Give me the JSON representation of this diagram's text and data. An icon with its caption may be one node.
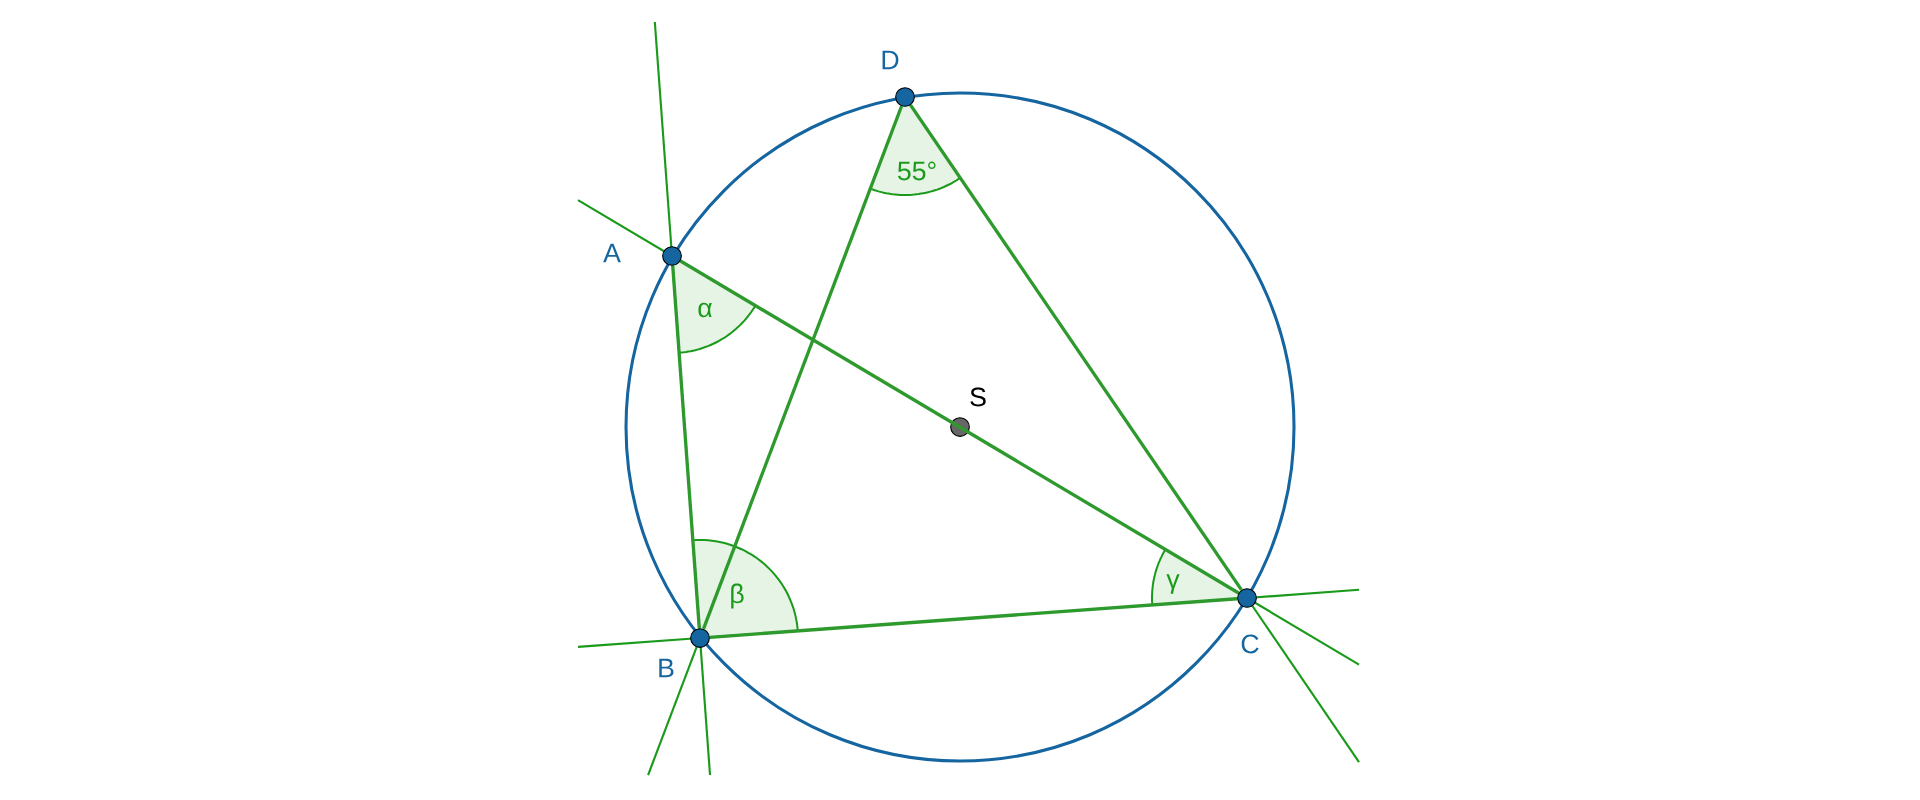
{
  "diagram": {
    "nodes": [
      {
        "text": [],
        "shape": "circle",
        "beside": [
          "A"
        ]
      },
      {
        "text": [],
        "shape": "circle",
        "beside": [
          "B"
        ]
      },
      {
        "text": [],
        "shape": "circle",
        "beside": [
          "C"
        ]
      },
      {
        "text": [],
        "shape": "circle",
        "beside": [
          "D"
        ]
      },
      {
        "text": [],
        "shape": "circle",
        "beside": [
          "S"
        ]
      }
    ],
    "edges": [
      {
        "from": 0,
        "to": 1,
        "arrow": "none"
      },
      {
        "from": 1,
        "to": 2,
        "arrow": "none"
      },
      {
        "from": 0,
        "to": 2,
        "arrow": "none"
      },
      {
        "from": 1,
        "to": 3,
        "arrow": "none"
      },
      {
        "from": 3,
        "to": 2,
        "arrow": "none"
      }
    ],
    "labels": [
      "α",
      "β",
      "γ",
      "55°"
    ]
  }
}
